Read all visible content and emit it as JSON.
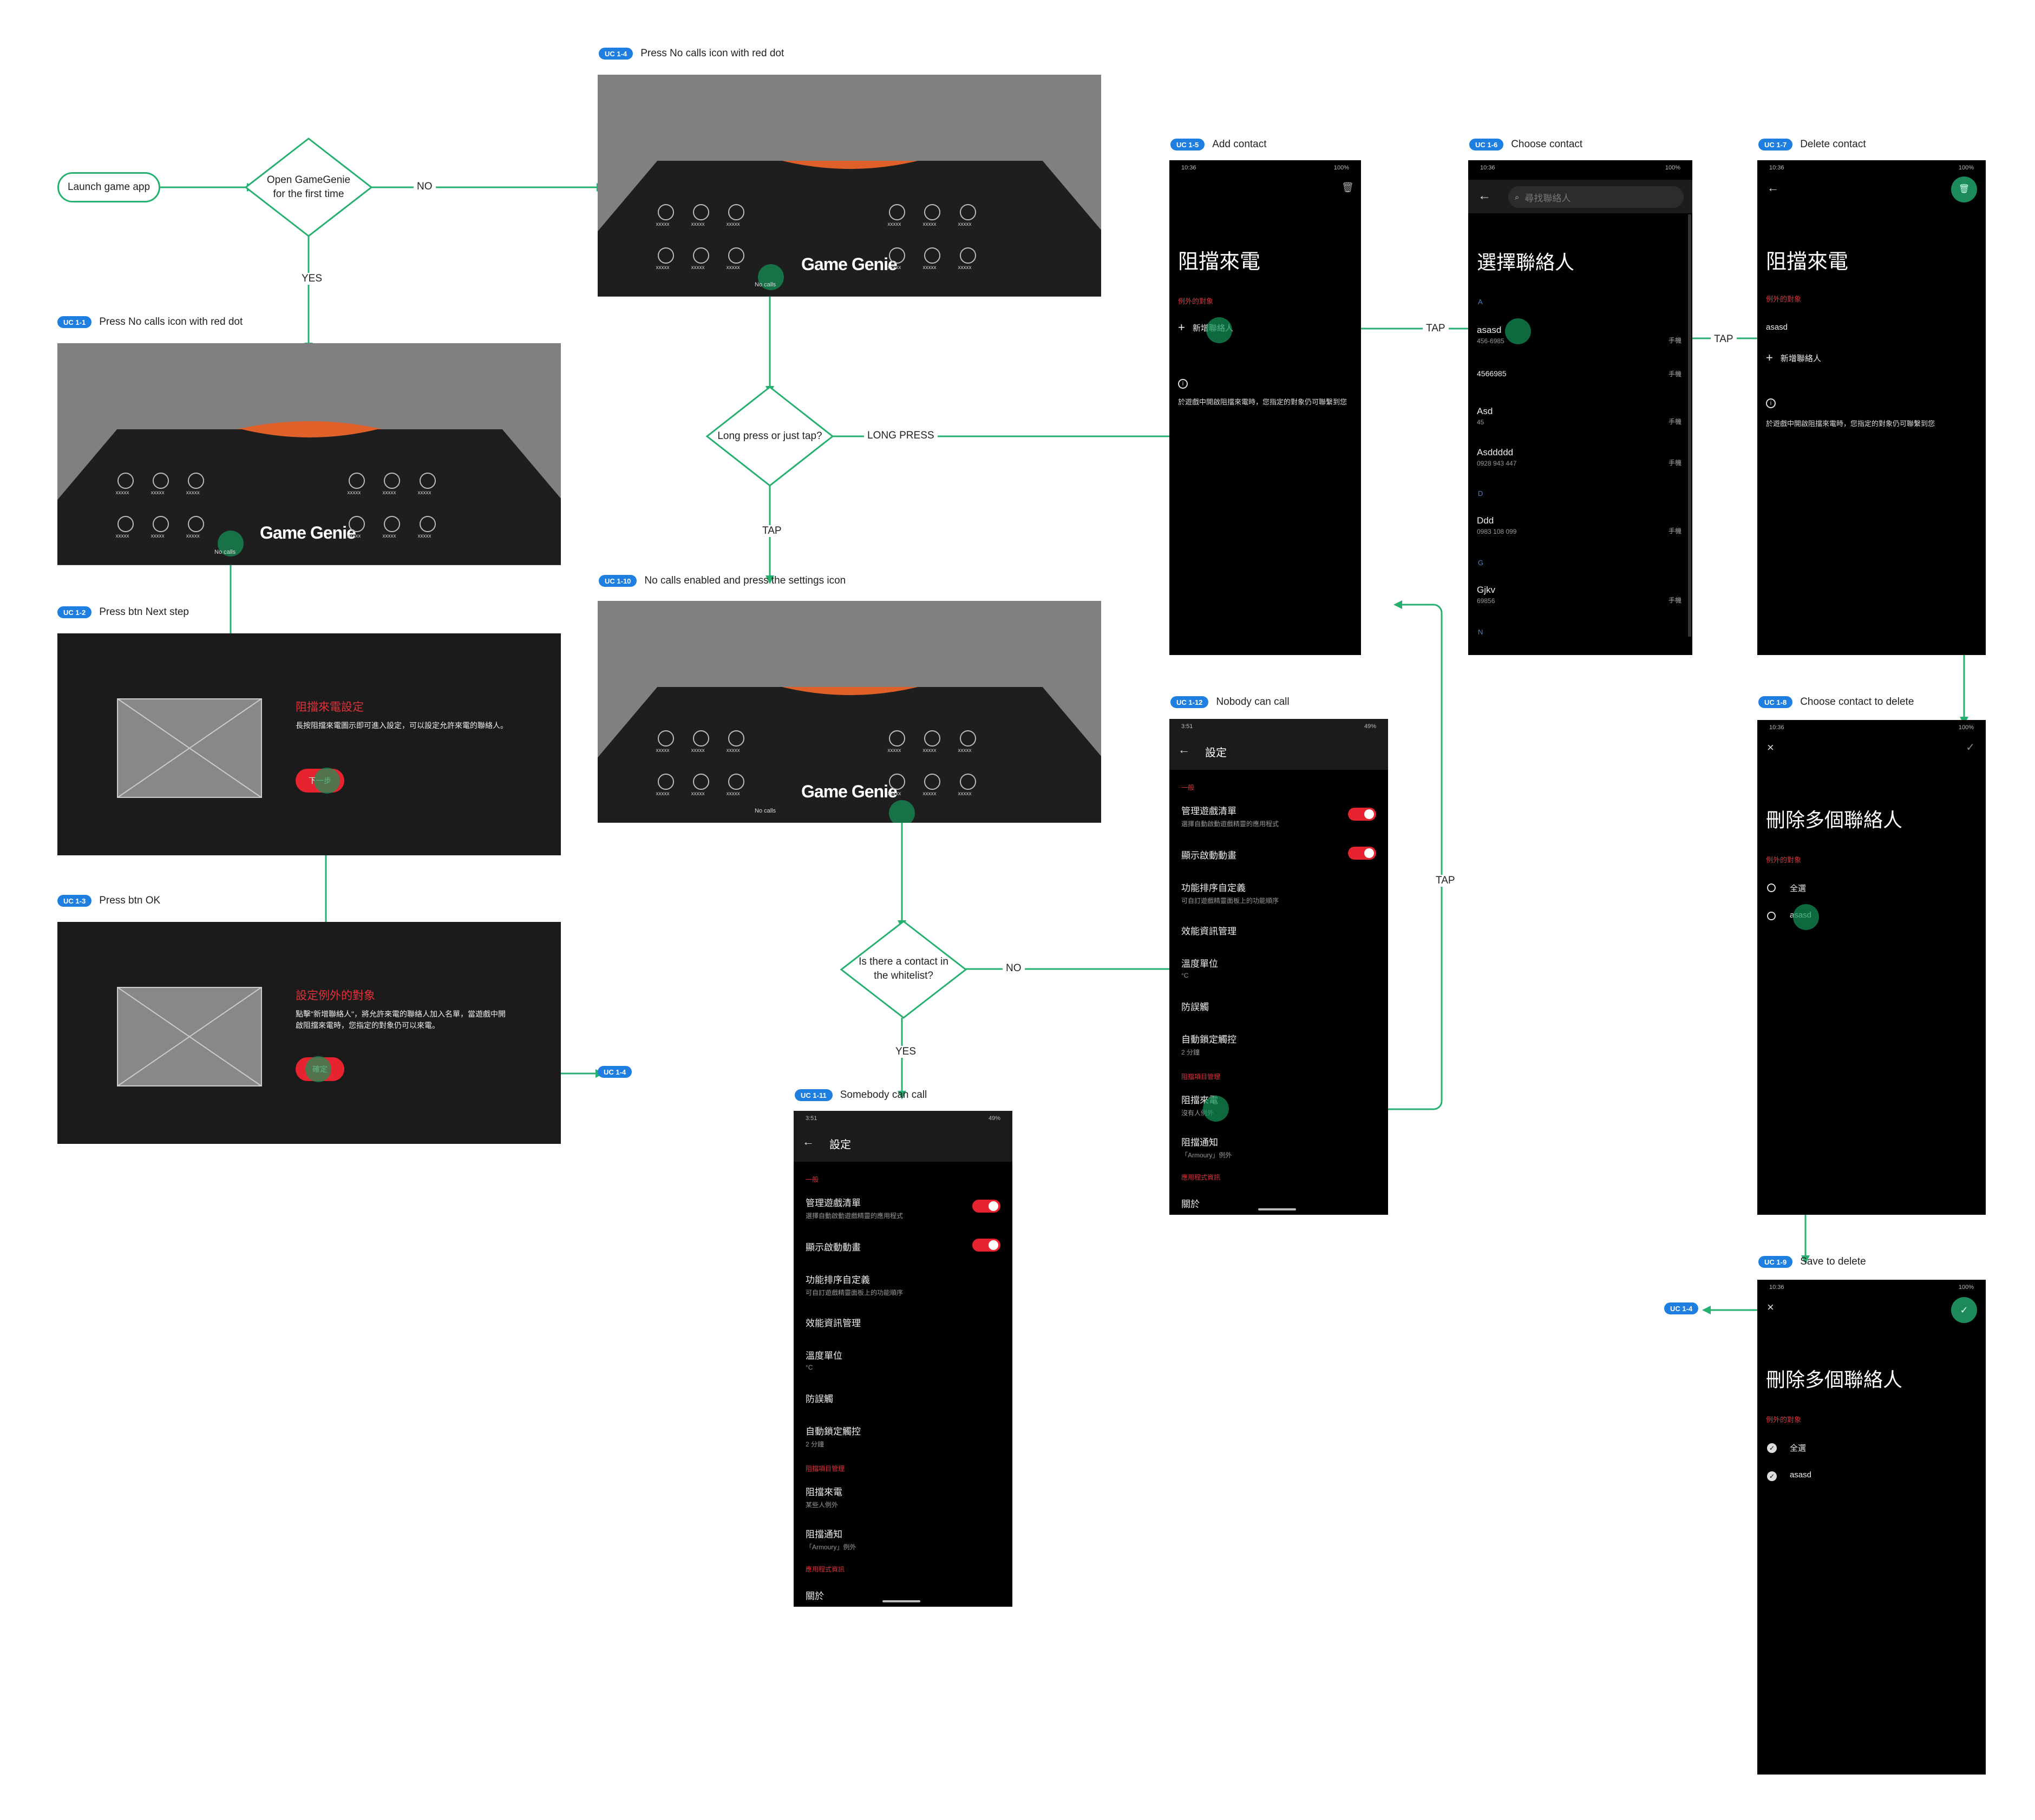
{
  "start": {
    "launch": "Launch game app"
  },
  "decisions": {
    "first_time": "Open GameGenie for the first time",
    "press": "Long press or just tap?",
    "whitelist": "Is there a contact in the whitelist?"
  },
  "edges": {
    "yes": "YES",
    "no": "NO",
    "tap": "TAP",
    "long_press": "LONG PRESS"
  },
  "usecases": {
    "uc11": {
      "badge": "UC 1-1",
      "title": "Press No calls icon with red dot"
    },
    "uc12": {
      "badge": "UC 1-2",
      "title": "Press btn Next step"
    },
    "uc13": {
      "badge": "UC 1-3",
      "title": "Press btn OK"
    },
    "uc14": {
      "badge": "UC 1-4",
      "title": "Press No calls icon with red dot"
    },
    "uc15": {
      "badge": "UC 1-5",
      "title": "Add contact"
    },
    "uc16": {
      "badge": "UC 1-6",
      "title": "Choose contact"
    },
    "uc17": {
      "badge": "UC 1-7",
      "title": "Delete contact"
    },
    "uc18": {
      "badge": "UC 1-8",
      "title": "Choose contact to delete"
    },
    "uc19": {
      "badge": "UC 1-9",
      "title": "Save to delete"
    },
    "uc110": {
      "badge": "UC 1-10",
      "title": "No calls enabled and press the settings icon"
    },
    "uc111": {
      "badge": "UC 1-11",
      "title": "Somebody can call"
    },
    "uc112": {
      "badge": "UC 1-12",
      "title": "Nobody can call"
    },
    "ref": "UC 1-4"
  },
  "genie": {
    "logo": "Game Genie",
    "slot": "xxxxx",
    "nocalls": "No calls"
  },
  "onboarding": {
    "s1_title": "阻擋來電設定",
    "s1_text": "長按阻擋來電圖示即可進入設定，可以設定允許來電的聯絡人。",
    "s1_btn": "下一步",
    "s2_title": "設定例外的對象",
    "s2_text": "點擊\"新增聯絡人\"，將允許來電的聯絡人加入名單，當遊戲中開啟阻擋來電時，您指定的對象仍可以來電。",
    "s2_btn": "確定"
  },
  "block": {
    "time": "10:36",
    "battery": "100%",
    "title": "阻擋來電",
    "section": "例外的對象",
    "add": "新增聯絡人",
    "info": "於遊戲中開啟阻擋來電時，您指定的對象仍可聯繫到您",
    "contact": "asasd"
  },
  "choose": {
    "search": "尋找聯絡人",
    "title": "選擇聯絡人",
    "letters": [
      "A",
      "D",
      "G",
      "N"
    ],
    "type": "手機",
    "contacts": [
      {
        "name": "asasd",
        "num": "456-6985"
      },
      {
        "name": "4566985",
        "num": ""
      },
      {
        "name": "Asd",
        "num": "45"
      },
      {
        "name": "Asddddd",
        "num": "0928 943 447"
      },
      {
        "name": "Ddd",
        "num": "0983 108 099"
      },
      {
        "name": "Gjkv",
        "num": "69856"
      }
    ]
  },
  "del": {
    "title": "刪除多個聯絡人",
    "section": "例外的對象",
    "all": "全選",
    "item": "asasd"
  },
  "settings": {
    "time": "3:51",
    "battery": "49%",
    "title": "設定",
    "g1": "一般",
    "manage": "管理遊戲清單",
    "manage_sub": "選擇自動啟動遊戲精靈的應用程式",
    "anim": "顯示啟動動畫",
    "sort": "功能排序自定義",
    "sort_sub": "可自訂遊戲精靈面板上的功能順序",
    "perf": "效能資訊管理",
    "temp": "溫度單位",
    "temp_sub": "°C",
    "mistouch": "防誤觸",
    "lock": "自動鎖定觸控",
    "lock_sub": "2 分鐘",
    "g2": "阻擋項目管理",
    "calls": "阻擋來電",
    "calls_sub_some": "某些人例外",
    "calls_sub_none": "沒有人例外",
    "notif": "阻擋通知",
    "notif_sub": "「Armoury」例外",
    "g3": "應用程式資訊",
    "about": "關於"
  }
}
